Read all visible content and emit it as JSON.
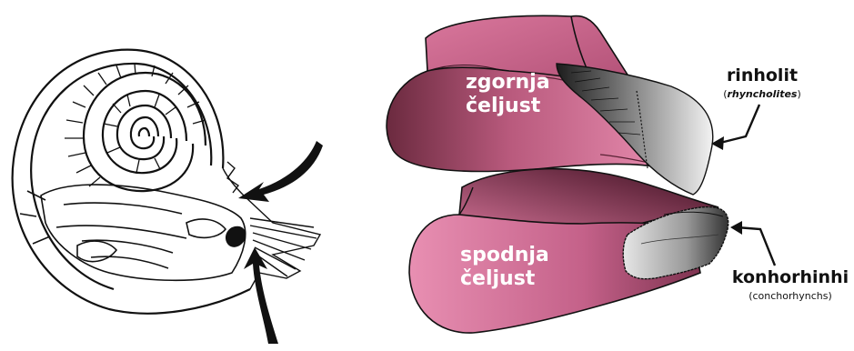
{
  "upper_jaw_label": [
    "zgornja",
    "čeljust"
  ],
  "lower_jaw_label": [
    "spodnja",
    "čeljust"
  ],
  "rhyncholite": {
    "name": "rinholit",
    "latin_open": "(",
    "latin": "rhyncholites",
    "latin_close": ")"
  },
  "conchorhynch": {
    "name": "konhorhinhi",
    "latin": "(conchorhynchs)"
  },
  "colors": {
    "jaw_pink": "#cc6a8f",
    "jaw_dark": "#6b2a3f",
    "calcite_grey": "#8a8a8a",
    "outline": "#111111"
  }
}
